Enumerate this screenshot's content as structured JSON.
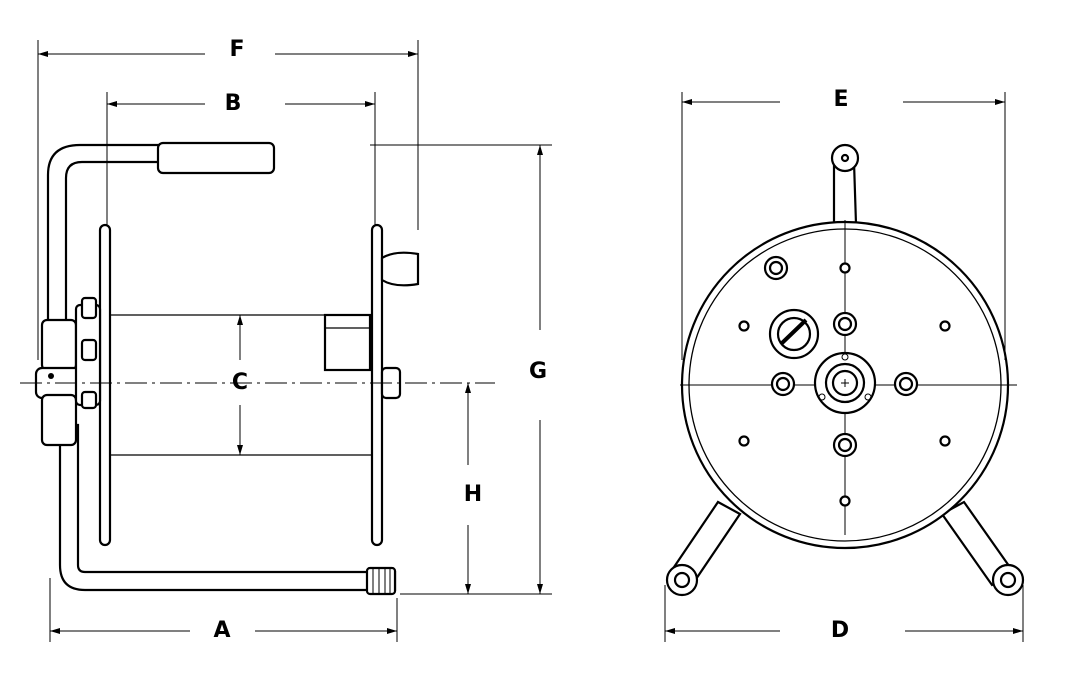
{
  "dimensions": {
    "a": "A",
    "b": "B",
    "c": "C",
    "d": "D",
    "e": "E",
    "f": "F",
    "g": "G",
    "h": "H"
  },
  "colors": {
    "line": "#000000",
    "background": "#ffffff"
  }
}
